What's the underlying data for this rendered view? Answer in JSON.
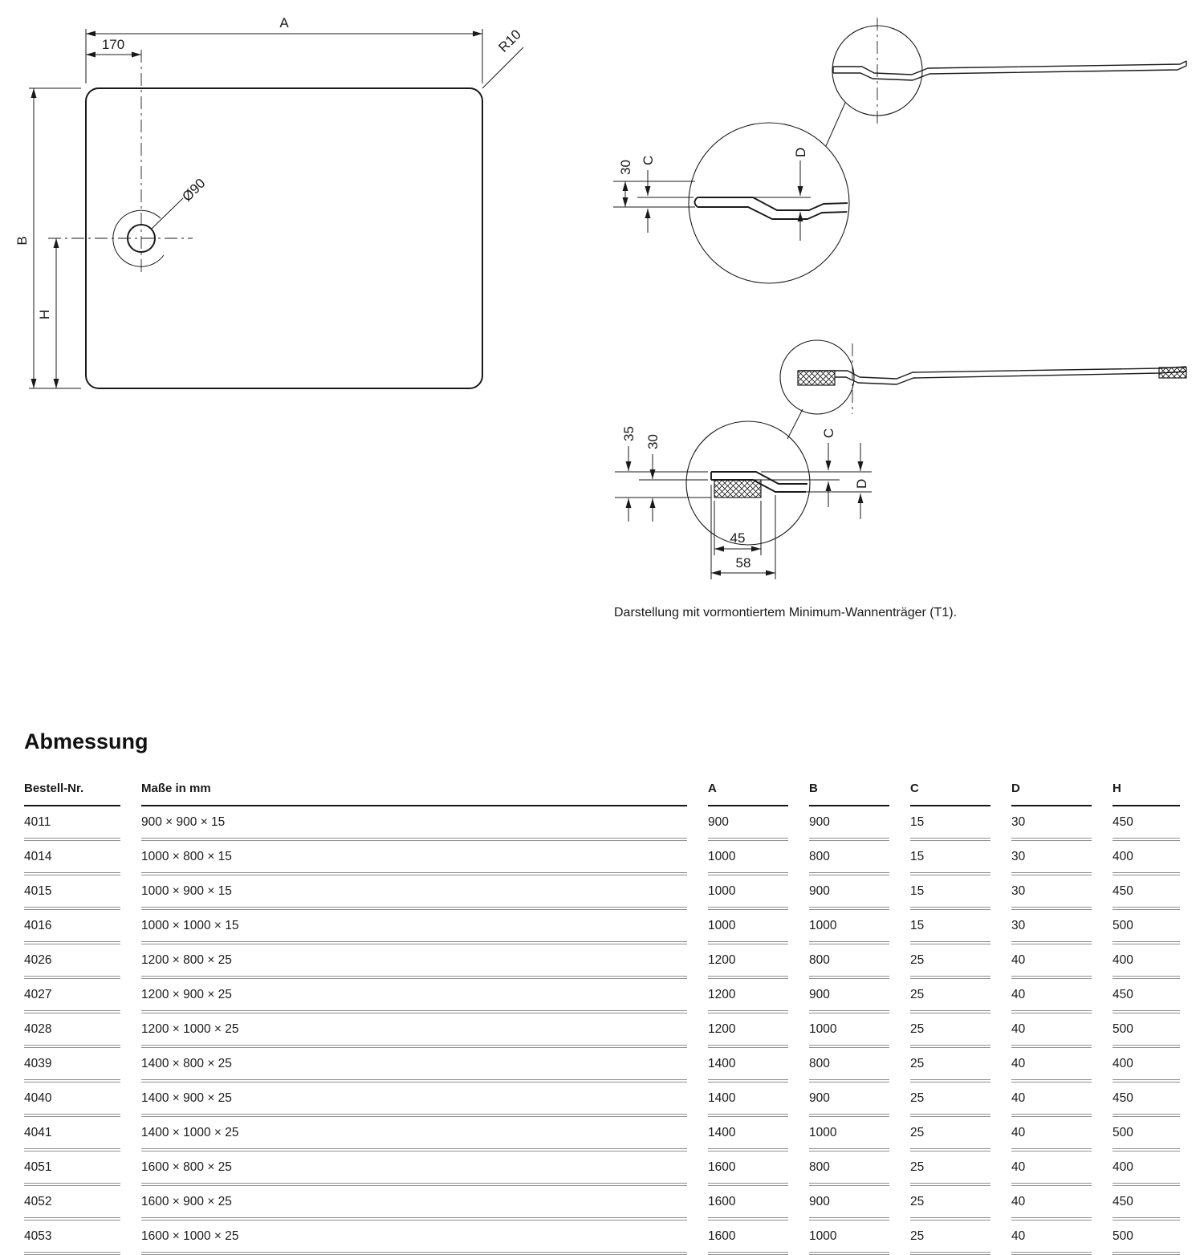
{
  "drawing": {
    "plan": {
      "label_a": "A",
      "label_170": "170",
      "label_r10": "R10",
      "label_b": "B",
      "label_h": "H",
      "label_drain": "Ø90"
    },
    "section_top": {
      "label_30": "30",
      "label_c": "C",
      "label_d": "D"
    },
    "section_bottom": {
      "label_35": "35",
      "label_30": "30",
      "label_c": "C",
      "label_d": "D",
      "label_45": "45",
      "label_58": "58"
    },
    "caption": "Darstellung mit vormontiertem Minimum-Wannenträger (T1)."
  },
  "table": {
    "title": "Abmessung",
    "headers": [
      "Bestell-Nr.",
      "Maße in mm",
      "A",
      "B",
      "C",
      "D",
      "H"
    ],
    "rows": [
      [
        "4011",
        "900 × 900 × 15",
        "900",
        "900",
        "15",
        "30",
        "450"
      ],
      [
        "4014",
        "1000 × 800 × 15",
        "1000",
        "800",
        "15",
        "30",
        "400"
      ],
      [
        "4015",
        "1000 × 900 × 15",
        "1000",
        "900",
        "15",
        "30",
        "450"
      ],
      [
        "4016",
        "1000 × 1000 × 15",
        "1000",
        "1000",
        "15",
        "30",
        "500"
      ],
      [
        "4026",
        "1200 × 800 × 25",
        "1200",
        "800",
        "25",
        "40",
        "400"
      ],
      [
        "4027",
        "1200 × 900 × 25",
        "1200",
        "900",
        "25",
        "40",
        "450"
      ],
      [
        "4028",
        "1200 × 1000 × 25",
        "1200",
        "1000",
        "25",
        "40",
        "500"
      ],
      [
        "4039",
        "1400 × 800 × 25",
        "1400",
        "800",
        "25",
        "40",
        "400"
      ],
      [
        "4040",
        "1400 × 900 × 25",
        "1400",
        "900",
        "25",
        "40",
        "450"
      ],
      [
        "4041",
        "1400 × 1000 × 25",
        "1400",
        "1000",
        "25",
        "40",
        "500"
      ],
      [
        "4051",
        "1600 × 800 × 25",
        "1600",
        "800",
        "25",
        "40",
        "400"
      ],
      [
        "4052",
        "1600 × 900 × 25",
        "1600",
        "900",
        "25",
        "40",
        "450"
      ],
      [
        "4053",
        "1600 × 1000 × 25",
        "1600",
        "1000",
        "25",
        "40",
        "500"
      ]
    ]
  }
}
